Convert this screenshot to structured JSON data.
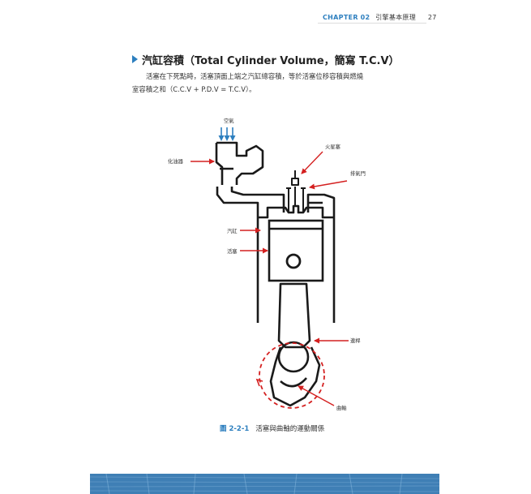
{
  "header": {
    "chapter_label": "CHAPTER",
    "chapter_number": "02",
    "chapter_title": "引擎基本原理",
    "page_number": "27"
  },
  "section": {
    "title": "汽缸容積（Total Cylinder Volume，簡寫 T.C.V）"
  },
  "body": {
    "line1": "活塞在下死點時，活塞頂面上端之汽缸總容積，等於活塞位移容積與燃燒",
    "line2": "室容積之和（C.C.V + P.D.V = T.C.V）。"
  },
  "figure": {
    "labels": {
      "air": "空氣",
      "carburetor": "化油器",
      "spark_plug": "火星塞",
      "exhaust_valve": "排氣門",
      "cylinder": "汽缸",
      "piston": "活塞",
      "connecting_rod": "連桿",
      "crankshaft": "曲軸"
    },
    "colors": {
      "outline": "#1a1a1a",
      "arrow": "#d42020",
      "air_arrow": "#2d7fbf",
      "motion_circle": "#d42020"
    },
    "caption_number": "圖 2-2-1",
    "caption_text": "活塞與曲軸的運動關係"
  },
  "colors": {
    "accent": "#2d7fbf",
    "footer_band": "#3f7fb5"
  }
}
